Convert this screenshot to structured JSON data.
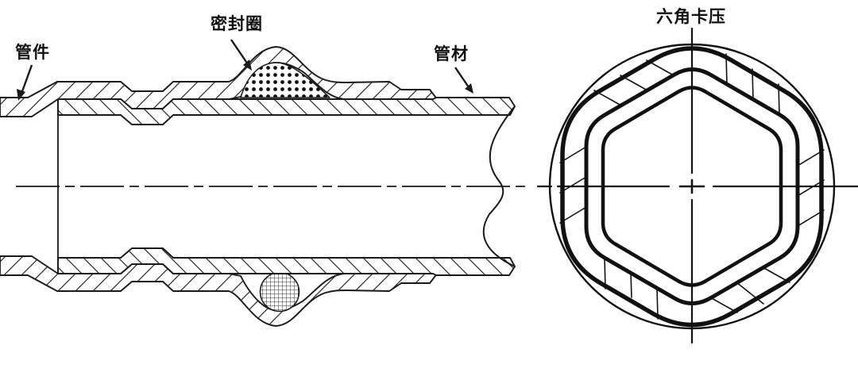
{
  "colors": {
    "background": "#ffffff",
    "line": "#1a1a1a",
    "thick_line": "#111111"
  },
  "section_view": {
    "description": "longitudinal-cross-section-of-press-fitting-joint",
    "labels": {
      "fitting": "管件",
      "seal_ring": "密封圈",
      "pipe": "管材"
    }
  },
  "crimp_view": {
    "description": "hexagonal-crimp-cross-section",
    "label": "六角卡压"
  }
}
